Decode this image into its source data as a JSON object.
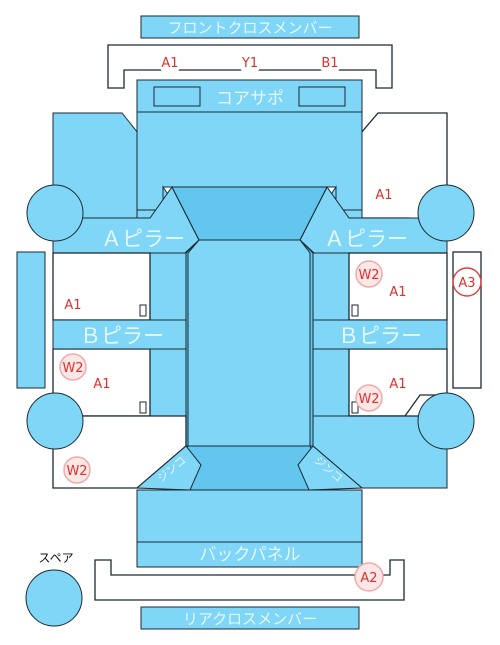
{
  "labels": {
    "front_cross_member": "フロントクロスメンバー",
    "core_support": "コアサポ",
    "a_pillar_left": "Ａピラー",
    "a_pillar_right": "Ａピラー",
    "b_pillar_left": "Ｂピラー",
    "b_pillar_right": "Ｂピラー",
    "back_panel": "バックパネル",
    "rear_cross_member": "リアクロスメンバー",
    "spare": "スペア",
    "jinko_left": "ジンコ",
    "jinko_right": "ジンコ"
  },
  "codes": {
    "front_a1": "A1",
    "front_y1": "Y1",
    "front_b1": "B1",
    "right_front_a1": "A1",
    "right_mid_w2": "W2",
    "right_mid_a1": "A1",
    "right_badge_a3": "A3",
    "left_mid_a1": "A1",
    "left_rear_w2": "W2",
    "left_rear_a1": "A1",
    "right_rear_a1": "A1",
    "right_rear_w2": "W2",
    "left_bottom_w2": "W2",
    "rear_a2": "A2"
  },
  "colors": {
    "panel": "#7fd6f6",
    "panel_dark": "#62c6ef",
    "label": "#e6f8ff",
    "code": "#e0312b"
  }
}
